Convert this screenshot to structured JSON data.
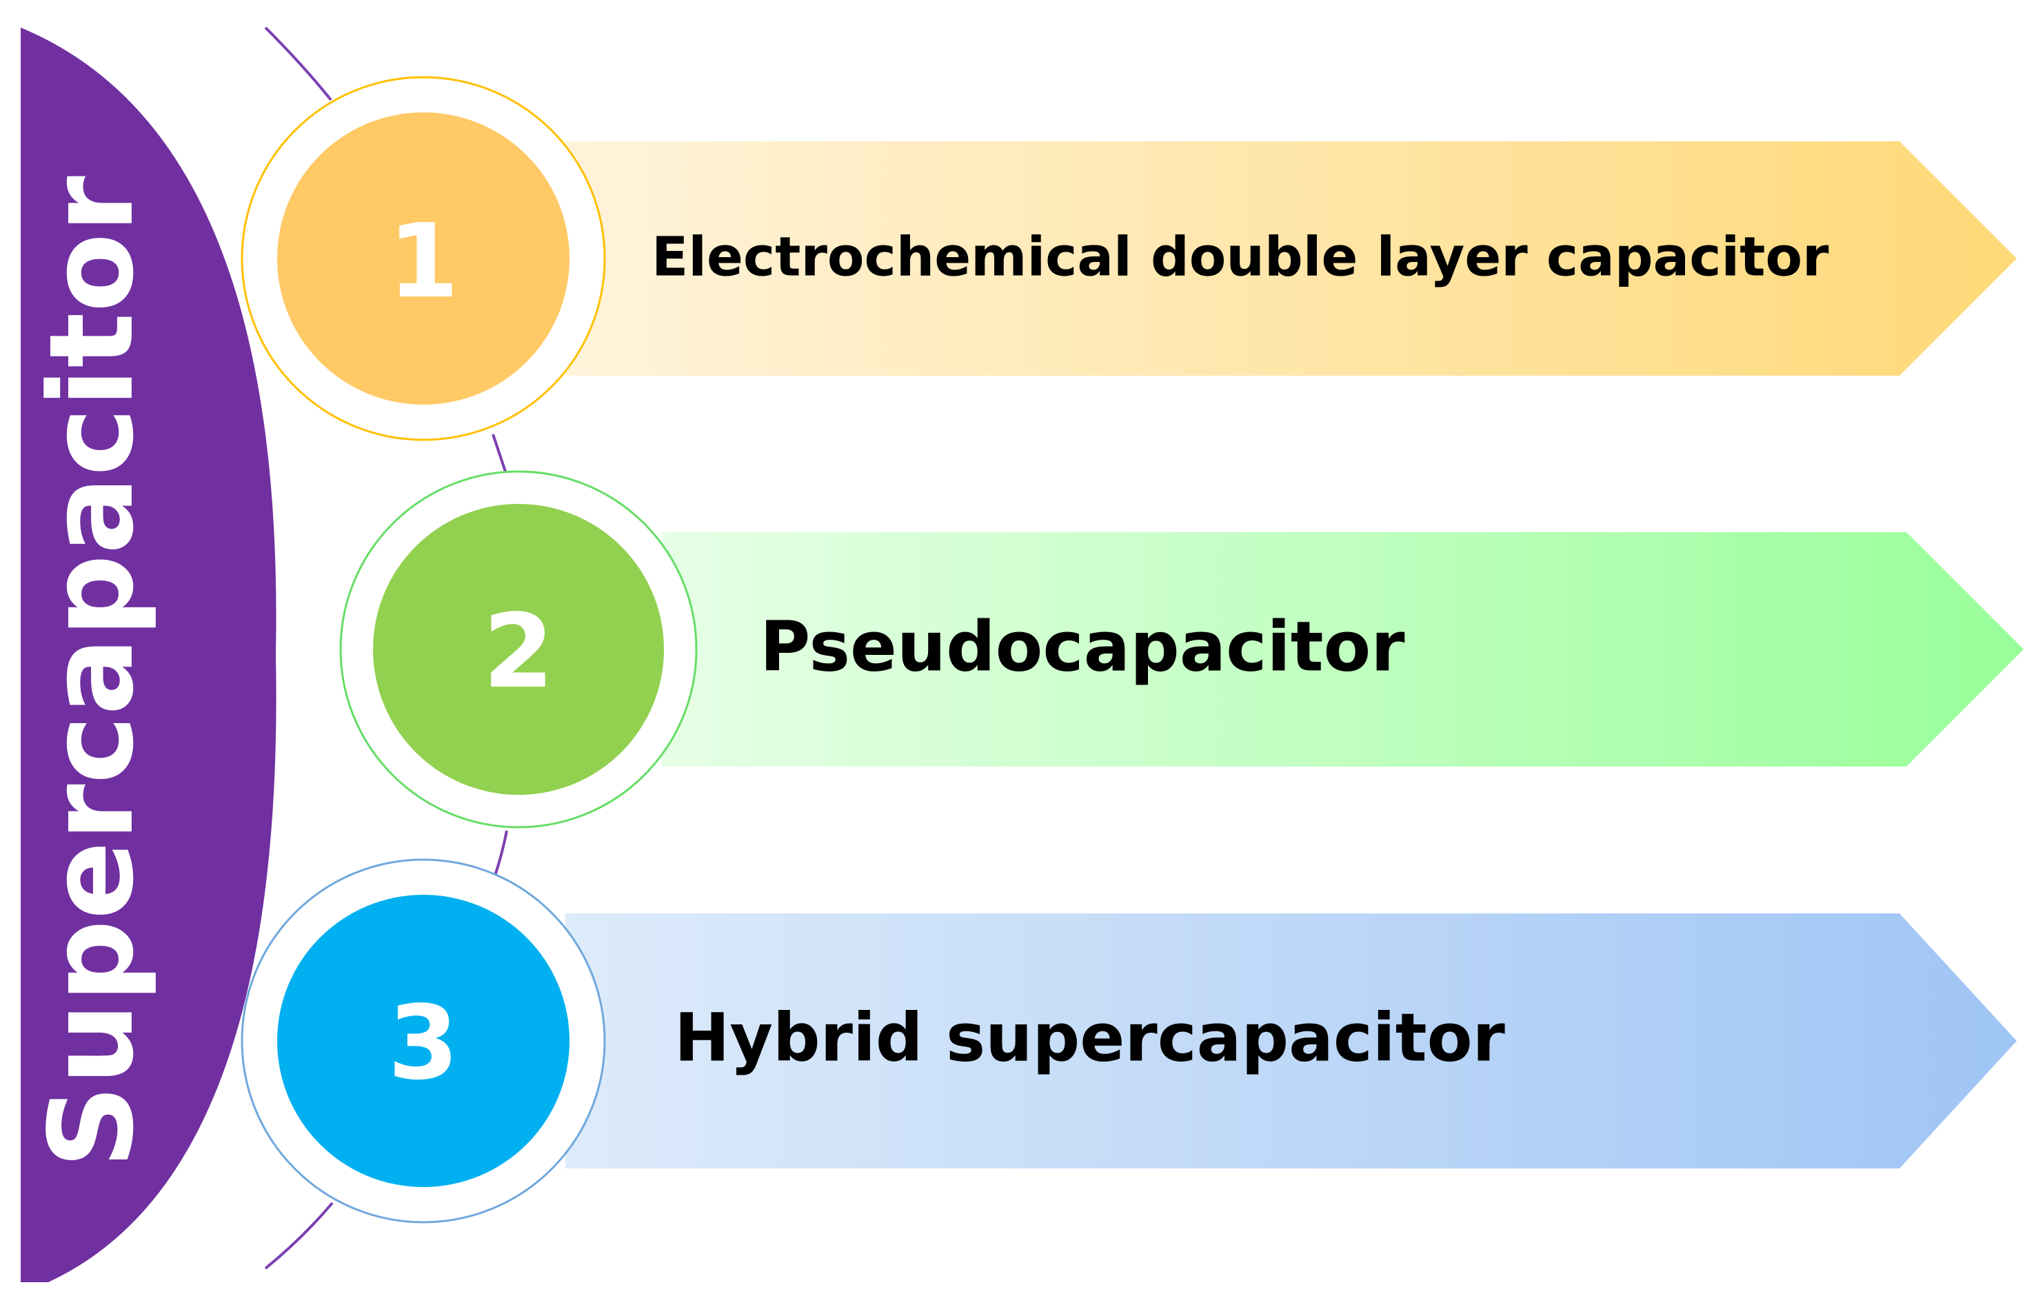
{
  "title": "Supercapacitor",
  "colors": {
    "title_band": "#7030A0",
    "connector": "#7B3FB0",
    "text": "#000000",
    "number_text": "#FFFFFF"
  },
  "items": [
    {
      "number": "1",
      "label": "Electrochemical double layer capacitor",
      "circle_color": "#FFC966",
      "ring_color": "#FFC000",
      "arrow_start": "#FFF3DB",
      "arrow_end": "#FFD978"
    },
    {
      "number": "2",
      "label": "Pseudocapacitor",
      "circle_color": "#92D050",
      "ring_color": "#66DD66",
      "arrow_start": "#E6FFE6",
      "arrow_end": "#99FF99"
    },
    {
      "number": "3",
      "label": "Hybrid supercapacitor",
      "circle_color": "#00B0F0",
      "ring_color": "#6FA8DC",
      "arrow_start": "#DDEBFA",
      "arrow_end": "#9FC5F5"
    }
  ]
}
